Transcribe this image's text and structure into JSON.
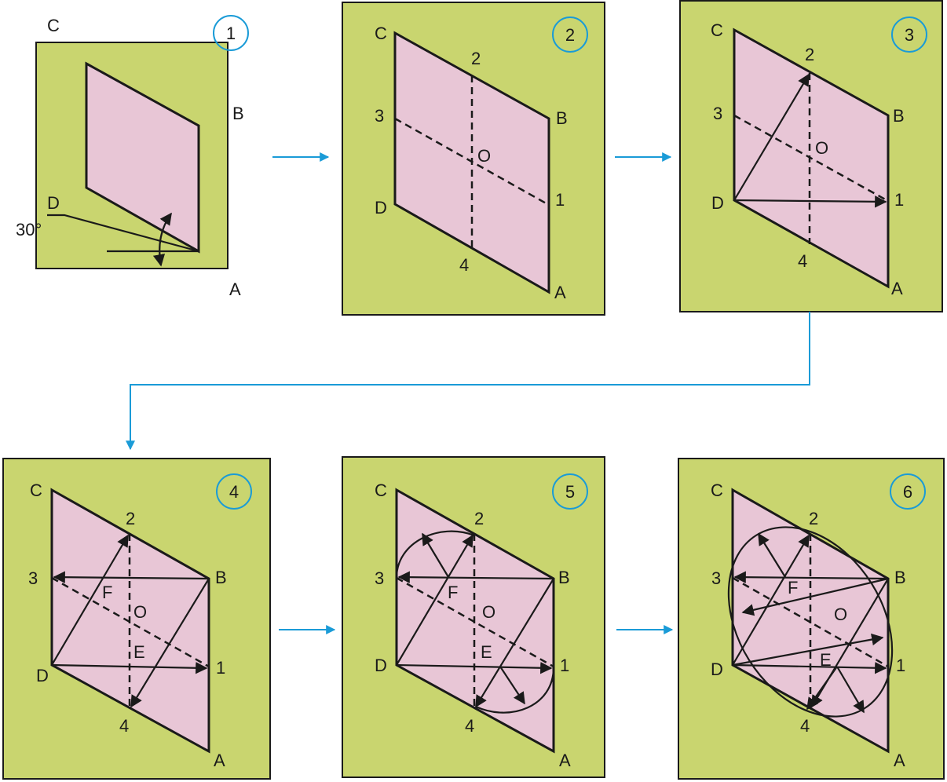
{
  "steps": [
    {
      "number": "1",
      "labels": {
        "C": "C",
        "B": "B",
        "A": "A",
        "D": "D",
        "angle": "30°"
      }
    },
    {
      "number": "2",
      "labels": {
        "C": "C",
        "B": "B",
        "A": "A",
        "D": "D",
        "p1": "1",
        "p2": "2",
        "p3": "3",
        "p4": "4",
        "O": "O"
      }
    },
    {
      "number": "3",
      "labels": {
        "C": "C",
        "B": "B",
        "A": "A",
        "D": "D",
        "p1": "1",
        "p2": "2",
        "p3": "3",
        "p4": "4",
        "O": "O"
      }
    },
    {
      "number": "4",
      "labels": {
        "C": "C",
        "B": "B",
        "A": "A",
        "D": "D",
        "p1": "1",
        "p2": "2",
        "p3": "3",
        "p4": "4",
        "O": "O",
        "E": "E",
        "F": "F"
      }
    },
    {
      "number": "5",
      "labels": {
        "C": "C",
        "B": "B",
        "A": "A",
        "D": "D",
        "p1": "1",
        "p2": "2",
        "p3": "3",
        "p4": "4",
        "O": "O",
        "E": "E",
        "F": "F"
      }
    },
    {
      "number": "6",
      "labels": {
        "C": "C",
        "B": "B",
        "A": "A",
        "D": "D",
        "p1": "1",
        "p2": "2",
        "p3": "3",
        "p4": "4",
        "O": "O",
        "E": "E",
        "F": "F"
      }
    }
  ],
  "colors": {
    "panel": "#c9d56f",
    "rhombus": "#e8c6d6",
    "flow_arrow": "#1a9bd7",
    "badge": "#1a9bd7"
  }
}
